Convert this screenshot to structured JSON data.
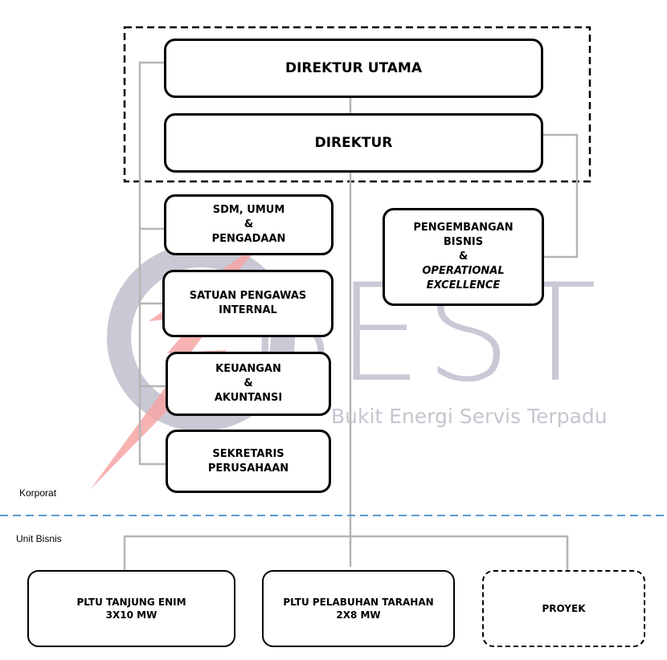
{
  "watermark": {
    "letters": "BEST",
    "tagline": "Bukit Energi Servis Terpadu",
    "ring_color": "#c9c9d6",
    "bolt_color": "#f6a5a5"
  },
  "sections": {
    "korporat": "Korporat",
    "unit_bisnis": "Unit Bisnis"
  },
  "boxes": {
    "direktur_utama": "DIREKTUR UTAMA",
    "direktur": "DIREKTUR",
    "sdm": [
      "SDM, UMUM",
      "&",
      "PENGADAAN"
    ],
    "spi": [
      "SATUAN PENGAWAS",
      "INTERNAL"
    ],
    "keuangan": [
      "KEUANGAN",
      "&",
      "AKUNTANSI"
    ],
    "sekretaris": [
      "SEKRETARIS",
      "PERUSAHAAN"
    ],
    "pengembangan": [
      "PENGEMBANGAN",
      "BISNIS",
      "&",
      "OPERATIONAL",
      "EXCELLENCE"
    ],
    "pltu_tanjung": [
      "PLTU TANJUNG ENIM",
      "3X10 MW"
    ],
    "pltu_tarahan": [
      "PLTU PELABUHAN TARAHAN",
      "2X8 MW"
    ],
    "proyek": "PROYEK"
  },
  "colors": {
    "connector": "#b5b5b5",
    "divider": "#5b9bd5",
    "border": "#000000"
  }
}
